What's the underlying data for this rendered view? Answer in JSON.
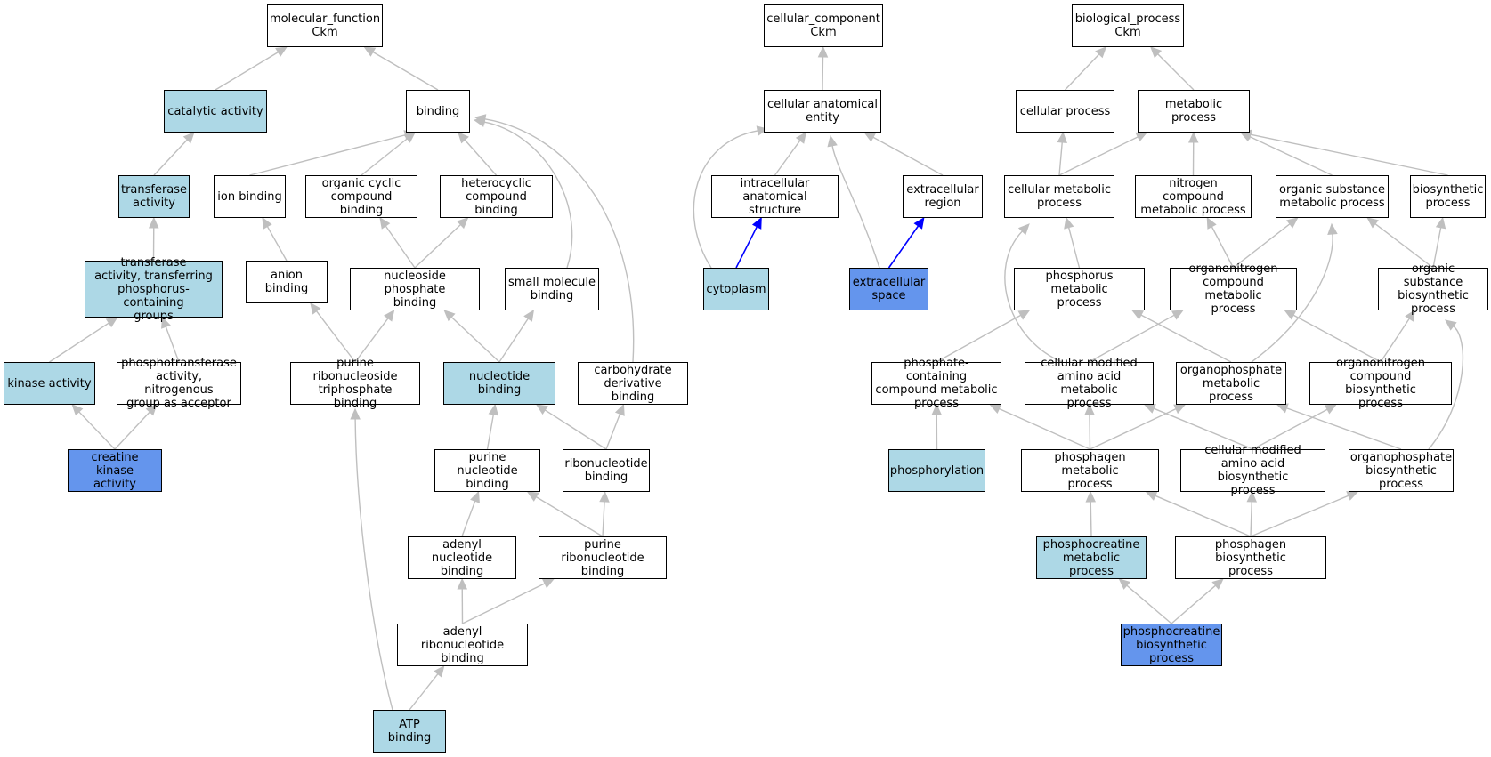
{
  "colors": {
    "plain": "#ffffff",
    "light": "#add8e6",
    "dark": "#6495ed",
    "edge": "#bfbfbf",
    "highlight_edge": "#0000ff"
  },
  "nodes": [
    {
      "id": "mf_root",
      "label": "molecular_function\nCkm",
      "fill": "plain"
    },
    {
      "id": "catalytic",
      "label": "catalytic activity",
      "fill": "light"
    },
    {
      "id": "binding",
      "label": "binding",
      "fill": "plain"
    },
    {
      "id": "transferase",
      "label": "transferase\nactivity",
      "fill": "light"
    },
    {
      "id": "ion_binding",
      "label": "ion binding",
      "fill": "plain"
    },
    {
      "id": "org_cyclic",
      "label": "organic cyclic\ncompound binding",
      "fill": "plain"
    },
    {
      "id": "heterocyclic",
      "label": "heterocyclic\ncompound binding",
      "fill": "plain"
    },
    {
      "id": "transf_phos",
      "label": "transferase\nactivity, transferring\nphosphorus-containing\ngroups",
      "fill": "light"
    },
    {
      "id": "anion_binding",
      "label": "anion binding",
      "fill": "plain"
    },
    {
      "id": "nucleoside_phos",
      "label": "nucleoside phosphate\nbinding",
      "fill": "plain"
    },
    {
      "id": "small_mol",
      "label": "small molecule\nbinding",
      "fill": "plain"
    },
    {
      "id": "kinase",
      "label": "kinase activity",
      "fill": "light"
    },
    {
      "id": "phosphotransferase",
      "label": "phosphotransferase\nactivity, nitrogenous\ngroup as acceptor",
      "fill": "plain"
    },
    {
      "id": "purine_ribonuc_tri",
      "label": "purine ribonucleoside\ntriphosphate\nbinding",
      "fill": "plain"
    },
    {
      "id": "nucleotide_binding",
      "label": "nucleotide binding",
      "fill": "light"
    },
    {
      "id": "carb_deriv",
      "label": "carbohydrate\nderivative binding",
      "fill": "plain"
    },
    {
      "id": "creatine_kinase",
      "label": "creatine kinase\nactivity",
      "fill": "dark"
    },
    {
      "id": "purine_nucleotide",
      "label": "purine nucleotide\nbinding",
      "fill": "plain"
    },
    {
      "id": "ribonucleotide",
      "label": "ribonucleotide\nbinding",
      "fill": "plain"
    },
    {
      "id": "adenyl_nucleotide",
      "label": "adenyl nucleotide\nbinding",
      "fill": "plain"
    },
    {
      "id": "purine_ribonucleotide",
      "label": "purine ribonucleotide\nbinding",
      "fill": "plain"
    },
    {
      "id": "adenyl_ribonucleotide",
      "label": "adenyl ribonucleotide\nbinding",
      "fill": "plain"
    },
    {
      "id": "atp_binding",
      "label": "ATP binding",
      "fill": "light"
    },
    {
      "id": "cc_root",
      "label": "cellular_component\nCkm",
      "fill": "plain"
    },
    {
      "id": "cell_anat",
      "label": "cellular anatomical\nentity",
      "fill": "plain"
    },
    {
      "id": "intracellular",
      "label": "intracellular\nanatomical structure",
      "fill": "plain"
    },
    {
      "id": "extracellular_region",
      "label": "extracellular\nregion",
      "fill": "plain"
    },
    {
      "id": "cytoplasm",
      "label": "cytoplasm",
      "fill": "light"
    },
    {
      "id": "extracellular_space",
      "label": "extracellular\nspace",
      "fill": "dark"
    },
    {
      "id": "bp_root",
      "label": "biological_process\nCkm",
      "fill": "plain"
    },
    {
      "id": "cellular_process",
      "label": "cellular process",
      "fill": "plain"
    },
    {
      "id": "metabolic_process",
      "label": "metabolic process",
      "fill": "plain"
    },
    {
      "id": "cell_metabolic",
      "label": "cellular metabolic\nprocess",
      "fill": "plain"
    },
    {
      "id": "nitrogen_compound",
      "label": "nitrogen compound\nmetabolic process",
      "fill": "plain"
    },
    {
      "id": "organic_substance",
      "label": "organic substance\nmetabolic process",
      "fill": "plain"
    },
    {
      "id": "biosynthetic",
      "label": "biosynthetic\nprocess",
      "fill": "plain"
    },
    {
      "id": "phosphorus_metabolic",
      "label": "phosphorus metabolic\nprocess",
      "fill": "plain"
    },
    {
      "id": "organonitrogen_metabolic",
      "label": "organonitrogen\ncompound metabolic\nprocess",
      "fill": "plain"
    },
    {
      "id": "organic_substance_bio",
      "label": "organic substance\nbiosynthetic\nprocess",
      "fill": "plain"
    },
    {
      "id": "phosphate_containing",
      "label": "phosphate-containing\ncompound metabolic\nprocess",
      "fill": "plain"
    },
    {
      "id": "cell_mod_aa_metabolic",
      "label": "cellular modified\namino acid metabolic\nprocess",
      "fill": "plain"
    },
    {
      "id": "organophosphate_metabolic",
      "label": "organophosphate\nmetabolic process",
      "fill": "plain"
    },
    {
      "id": "organonitrogen_bio",
      "label": "organonitrogen\ncompound biosynthetic\nprocess",
      "fill": "plain"
    },
    {
      "id": "phosphorylation",
      "label": "phosphorylation",
      "fill": "light"
    },
    {
      "id": "phosphagen_metabolic",
      "label": "phosphagen metabolic\nprocess",
      "fill": "plain"
    },
    {
      "id": "cell_mod_aa_bio",
      "label": "cellular modified\namino acid biosynthetic\nprocess",
      "fill": "plain"
    },
    {
      "id": "organophosphate_bio",
      "label": "organophosphate\nbiosynthetic\nprocess",
      "fill": "plain"
    },
    {
      "id": "phosphocreatine_metabolic",
      "label": "phosphocreatine\nmetabolic process",
      "fill": "light"
    },
    {
      "id": "phosphagen_bio",
      "label": "phosphagen biosynthetic\nprocess",
      "fill": "plain"
    },
    {
      "id": "phosphocreatine_bio",
      "label": "phosphocreatine\nbiosynthetic\nprocess",
      "fill": "dark"
    }
  ],
  "edges": [
    [
      "catalytic",
      "mf_root"
    ],
    [
      "binding",
      "mf_root"
    ],
    [
      "transferase",
      "catalytic"
    ],
    [
      "ion_binding",
      "binding"
    ],
    [
      "org_cyclic",
      "binding"
    ],
    [
      "heterocyclic",
      "binding"
    ],
    [
      "small_mol",
      "binding"
    ],
    [
      "carb_deriv",
      "binding"
    ],
    [
      "transf_phos",
      "transferase"
    ],
    [
      "anion_binding",
      "ion_binding"
    ],
    [
      "nucleoside_phos",
      "org_cyclic"
    ],
    [
      "nucleoside_phos",
      "heterocyclic"
    ],
    [
      "kinase",
      "transf_phos"
    ],
    [
      "phosphotransferase",
      "transf_phos"
    ],
    [
      "creatine_kinase",
      "kinase"
    ],
    [
      "creatine_kinase",
      "phosphotransferase"
    ],
    [
      "purine_ribonuc_tri",
      "anion_binding"
    ],
    [
      "purine_ribonuc_tri",
      "nucleoside_phos"
    ],
    [
      "nucleotide_binding",
      "nucleoside_phos"
    ],
    [
      "nucleotide_binding",
      "small_mol"
    ],
    [
      "purine_nucleotide",
      "nucleotide_binding"
    ],
    [
      "ribonucleotide",
      "nucleotide_binding"
    ],
    [
      "ribonucleotide",
      "carb_deriv"
    ],
    [
      "adenyl_nucleotide",
      "purine_nucleotide"
    ],
    [
      "purine_ribonucleotide",
      "purine_nucleotide"
    ],
    [
      "purine_ribonucleotide",
      "ribonucleotide"
    ],
    [
      "adenyl_ribonucleotide",
      "adenyl_nucleotide"
    ],
    [
      "adenyl_ribonucleotide",
      "purine_ribonucleotide"
    ],
    [
      "atp_binding",
      "adenyl_ribonucleotide"
    ],
    [
      "atp_binding",
      "purine_ribonuc_tri"
    ],
    [
      "cell_anat",
      "cc_root"
    ],
    [
      "intracellular",
      "cell_anat"
    ],
    [
      "extracellular_region",
      "cell_anat"
    ],
    [
      "cytoplasm",
      "cell_anat"
    ],
    [
      "extracellular_space",
      "cell_anat"
    ],
    [
      "cytoplasm",
      "intracellular",
      "hl"
    ],
    [
      "extracellular_space",
      "extracellular_region",
      "hl"
    ],
    [
      "cellular_process",
      "bp_root"
    ],
    [
      "metabolic_process",
      "bp_root"
    ],
    [
      "cell_metabolic",
      "cellular_process"
    ],
    [
      "cell_metabolic",
      "metabolic_process"
    ],
    [
      "nitrogen_compound",
      "metabolic_process"
    ],
    [
      "organic_substance",
      "metabolic_process"
    ],
    [
      "biosynthetic",
      "metabolic_process"
    ],
    [
      "phosphorus_metabolic",
      "cell_metabolic"
    ],
    [
      "organonitrogen_metabolic",
      "nitrogen_compound"
    ],
    [
      "organonitrogen_metabolic",
      "organic_substance"
    ],
    [
      "organic_substance_bio",
      "organic_substance"
    ],
    [
      "organic_substance_bio",
      "biosynthetic"
    ],
    [
      "phosphate_containing",
      "phosphorus_metabolic"
    ],
    [
      "cell_mod_aa_metabolic",
      "cell_metabolic"
    ],
    [
      "cell_mod_aa_metabolic",
      "organonitrogen_metabolic"
    ],
    [
      "organophosphate_metabolic",
      "phosphorus_metabolic"
    ],
    [
      "organophosphate_metabolic",
      "organic_substance"
    ],
    [
      "organonitrogen_bio",
      "organonitrogen_metabolic"
    ],
    [
      "organonitrogen_bio",
      "organic_substance_bio"
    ],
    [
      "phosphorylation",
      "phosphate_containing"
    ],
    [
      "phosphagen_metabolic",
      "phosphate_containing"
    ],
    [
      "phosphagen_metabolic",
      "cell_mod_aa_metabolic"
    ],
    [
      "phosphagen_metabolic",
      "organophosphate_metabolic"
    ],
    [
      "cell_mod_aa_bio",
      "cell_mod_aa_metabolic"
    ],
    [
      "cell_mod_aa_bio",
      "organonitrogen_bio"
    ],
    [
      "organophosphate_bio",
      "organophosphate_metabolic"
    ],
    [
      "organophosphate_bio",
      "organic_substance_bio"
    ],
    [
      "phosphocreatine_metabolic",
      "phosphagen_metabolic"
    ],
    [
      "phosphagen_bio",
      "phosphagen_metabolic"
    ],
    [
      "phosphagen_bio",
      "cell_mod_aa_bio"
    ],
    [
      "phosphagen_bio",
      "organophosphate_bio"
    ],
    [
      "phosphocreatine_bio",
      "phosphocreatine_metabolic"
    ],
    [
      "phosphocreatine_bio",
      "phosphagen_bio"
    ]
  ]
}
